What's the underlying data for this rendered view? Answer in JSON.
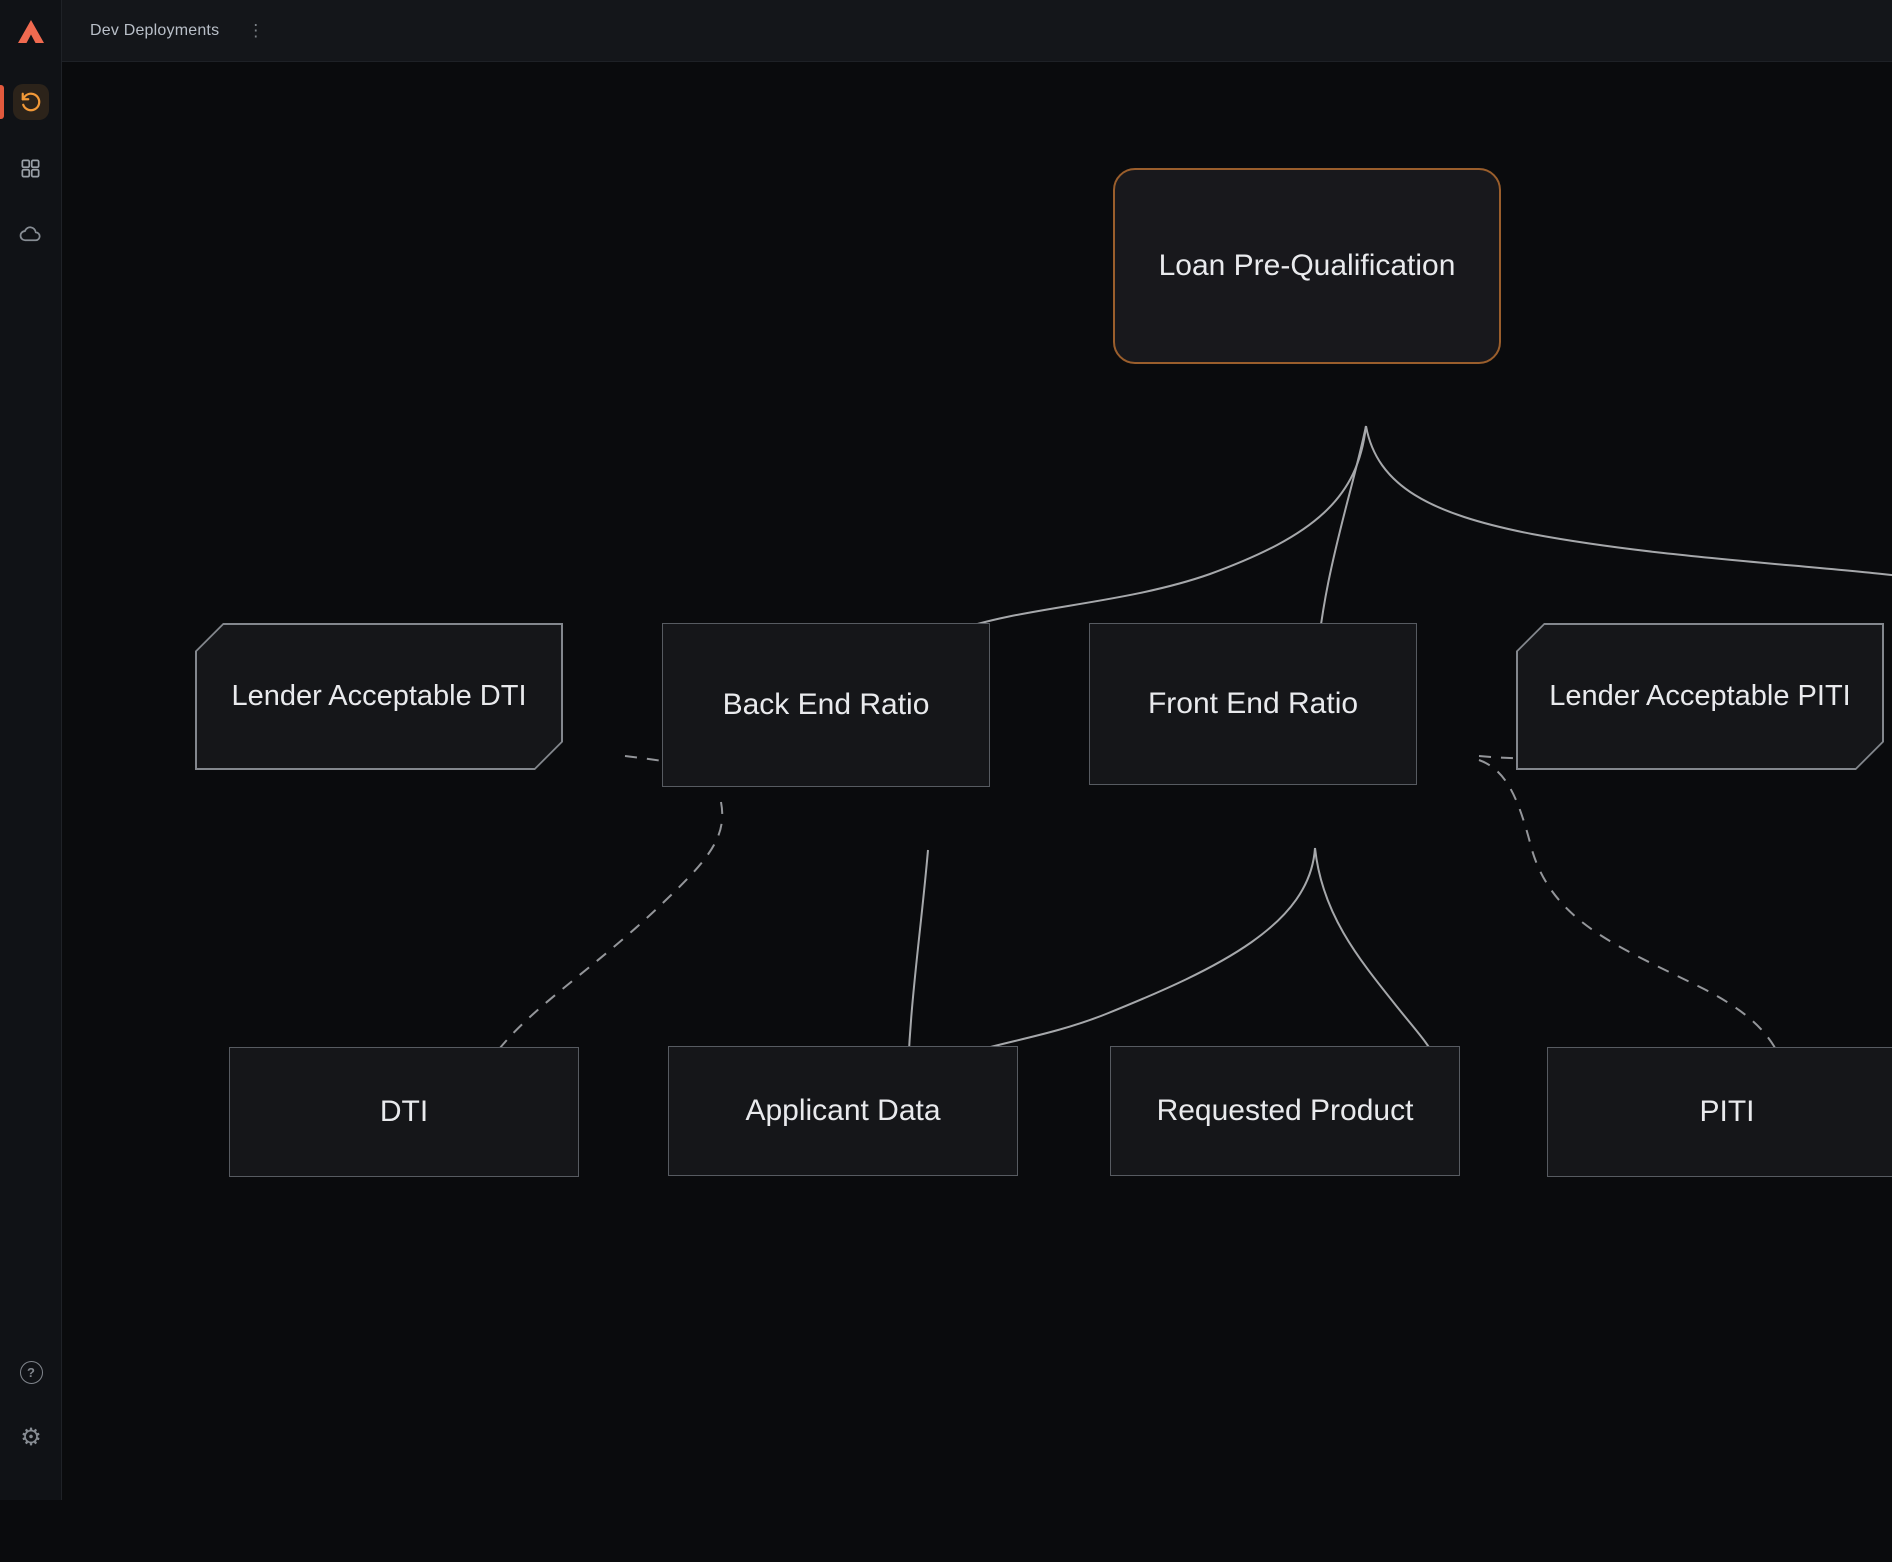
{
  "topbar": {
    "title": "Dev Deployments",
    "menu_icon_glyph": "⋮"
  },
  "sidebar": {
    "items": [
      {
        "name": "history",
        "icon": "rotate-ccw-icon",
        "active": true
      },
      {
        "name": "apps",
        "icon": "grid-icon",
        "active": false
      },
      {
        "name": "cloud",
        "icon": "cloud-icon",
        "active": false
      }
    ],
    "footer": [
      {
        "name": "help",
        "icon": "help-circle-icon",
        "glyph": "?"
      },
      {
        "name": "settings",
        "icon": "gear-icon",
        "glyph": "⚙"
      }
    ]
  },
  "graph": {
    "nodes": [
      {
        "id": "loan-pre-qualification",
        "label": "Loan Pre-Qualification",
        "kind": "root"
      },
      {
        "id": "lender-acceptable-dti",
        "label": "Lender Acceptable DTI",
        "kind": "input"
      },
      {
        "id": "back-end-ratio",
        "label": "Back End Ratio",
        "kind": "step"
      },
      {
        "id": "front-end-ratio",
        "label": "Front End Ratio",
        "kind": "step"
      },
      {
        "id": "lender-acceptable-piti",
        "label": "Lender Acceptable PITI",
        "kind": "input"
      },
      {
        "id": "dti",
        "label": "DTI",
        "kind": "step"
      },
      {
        "id": "applicant-data",
        "label": "Applicant Data",
        "kind": "step"
      },
      {
        "id": "requested-product",
        "label": "Requested Product",
        "kind": "step"
      },
      {
        "id": "piti",
        "label": "PITI",
        "kind": "step"
      }
    ],
    "edges": [
      {
        "from": "loan-pre-qualification",
        "to": "back-end-ratio",
        "style": "solid"
      },
      {
        "from": "loan-pre-qualification",
        "to": "front-end-ratio",
        "style": "solid"
      },
      {
        "from": "loan-pre-qualification",
        "to": "offscreen-right",
        "style": "solid"
      },
      {
        "from": "back-end-ratio",
        "to": "applicant-data",
        "style": "solid"
      },
      {
        "from": "front-end-ratio",
        "to": "applicant-data",
        "style": "solid"
      },
      {
        "from": "front-end-ratio",
        "to": "requested-product",
        "style": "solid"
      },
      {
        "from": "lender-acceptable-dti",
        "to": "back-end-ratio",
        "style": "dashed"
      },
      {
        "from": "back-end-ratio",
        "to": "dti",
        "style": "dashed"
      },
      {
        "from": "front-end-ratio",
        "to": "lender-acceptable-piti",
        "style": "dashed"
      },
      {
        "from": "front-end-ratio",
        "to": "piti",
        "style": "dashed"
      }
    ]
  },
  "colors": {
    "canvas_bg": "#0a0b0d",
    "node_fill": "#151619",
    "node_border": "#575b61",
    "root_border": "#9a5e2c",
    "edge": "#a6a8ab",
    "accent_orange": "#f29938",
    "accent_coral": "#e2593d",
    "logo_coral": "#f06a50"
  }
}
